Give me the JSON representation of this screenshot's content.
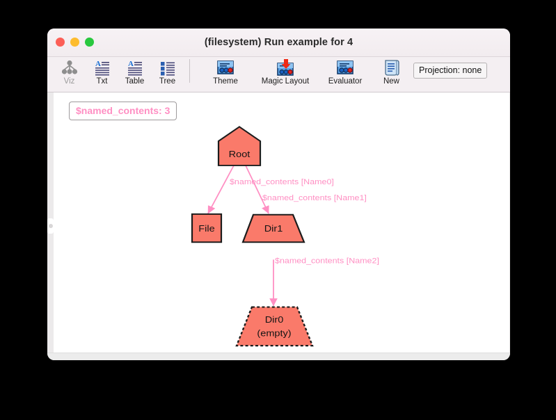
{
  "window": {
    "title": "(filesystem) Run example for 4",
    "traffic_lights": [
      {
        "name": "close",
        "color": "#fc5f57"
      },
      {
        "name": "minimize",
        "color": "#fdbc2e"
      },
      {
        "name": "maximize",
        "color": "#29c83f"
      }
    ]
  },
  "toolbar": {
    "items": [
      {
        "label": "Viz",
        "icon": "viz-tree-icon",
        "disabled": true
      },
      {
        "label": "Txt",
        "icon": "text-document-icon",
        "disabled": false
      },
      {
        "label": "Table",
        "icon": "table-icon",
        "disabled": false
      },
      {
        "label": "Tree",
        "icon": "tree-list-icon",
        "disabled": false
      },
      {
        "label": "Theme",
        "icon": "theme-panel-icon",
        "disabled": false
      },
      {
        "label": "Magic Layout",
        "icon": "magic-layout-icon",
        "disabled": false
      },
      {
        "label": "Evaluator",
        "icon": "evaluator-panel-icon",
        "disabled": false
      },
      {
        "label": "New",
        "icon": "new-scroll-icon",
        "disabled": false
      }
    ],
    "projection_label": "Projection: none"
  },
  "canvas": {
    "legend_badge": "$named_contents: 3",
    "accent_color": "#ff8fc3",
    "node_fill": "#fa7a6a",
    "node_stroke": "#1c1c1c"
  },
  "graph": {
    "nodes": [
      {
        "id": "root",
        "label": "Root",
        "shape": "house",
        "dashed": false
      },
      {
        "id": "file",
        "label": "File",
        "shape": "rectangle",
        "dashed": false
      },
      {
        "id": "dir1",
        "label": "Dir1",
        "shape": "trapezoid",
        "dashed": false
      },
      {
        "id": "dir0",
        "label_line1": "Dir0",
        "label_line2": "(empty)",
        "shape": "trapezoid",
        "dashed": true
      }
    ],
    "edges": [
      {
        "from": "root",
        "to": "file",
        "label": "$named_contents [Name0]"
      },
      {
        "from": "root",
        "to": "dir1",
        "label": "$named_contents [Name1]"
      },
      {
        "from": "dir1",
        "to": "dir0",
        "label": "$named_contents [Name2]"
      }
    ]
  }
}
